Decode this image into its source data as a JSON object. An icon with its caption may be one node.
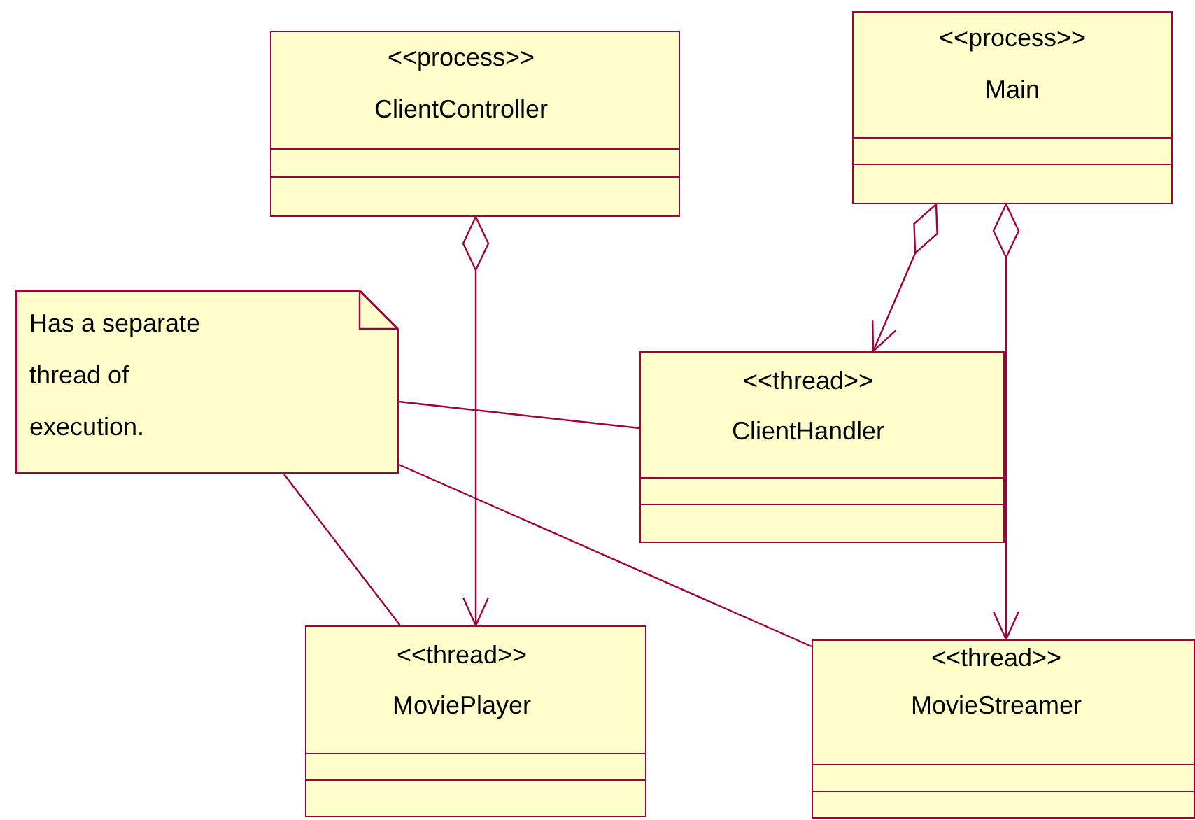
{
  "diagram": {
    "nodes": [
      {
        "text": [
          "<<process>>",
          "ClientController"
        ]
      },
      {
        "text": [
          "<<process>>",
          "Main"
        ]
      },
      {
        "text": [
          "Has a separate thread of execution."
        ]
      },
      {
        "text": [
          "<<thread>>",
          "ClientHandler"
        ]
      },
      {
        "text": [
          "<<thread>>",
          "MoviePlayer"
        ]
      },
      {
        "text": [
          "<<thread>>",
          "MovieStreamer"
        ]
      }
    ],
    "edges": [
      {
        "from": 0,
        "to": 4,
        "arrow": "to"
      },
      {
        "from": 1,
        "to": 3,
        "arrow": "to"
      },
      {
        "from": 1,
        "to": 5,
        "arrow": "to"
      },
      {
        "from": 2,
        "to": 3,
        "arrow": "none"
      },
      {
        "from": 2,
        "to": 4,
        "arrow": "none"
      },
      {
        "from": 2,
        "to": 5,
        "arrow": "none"
      }
    ]
  }
}
